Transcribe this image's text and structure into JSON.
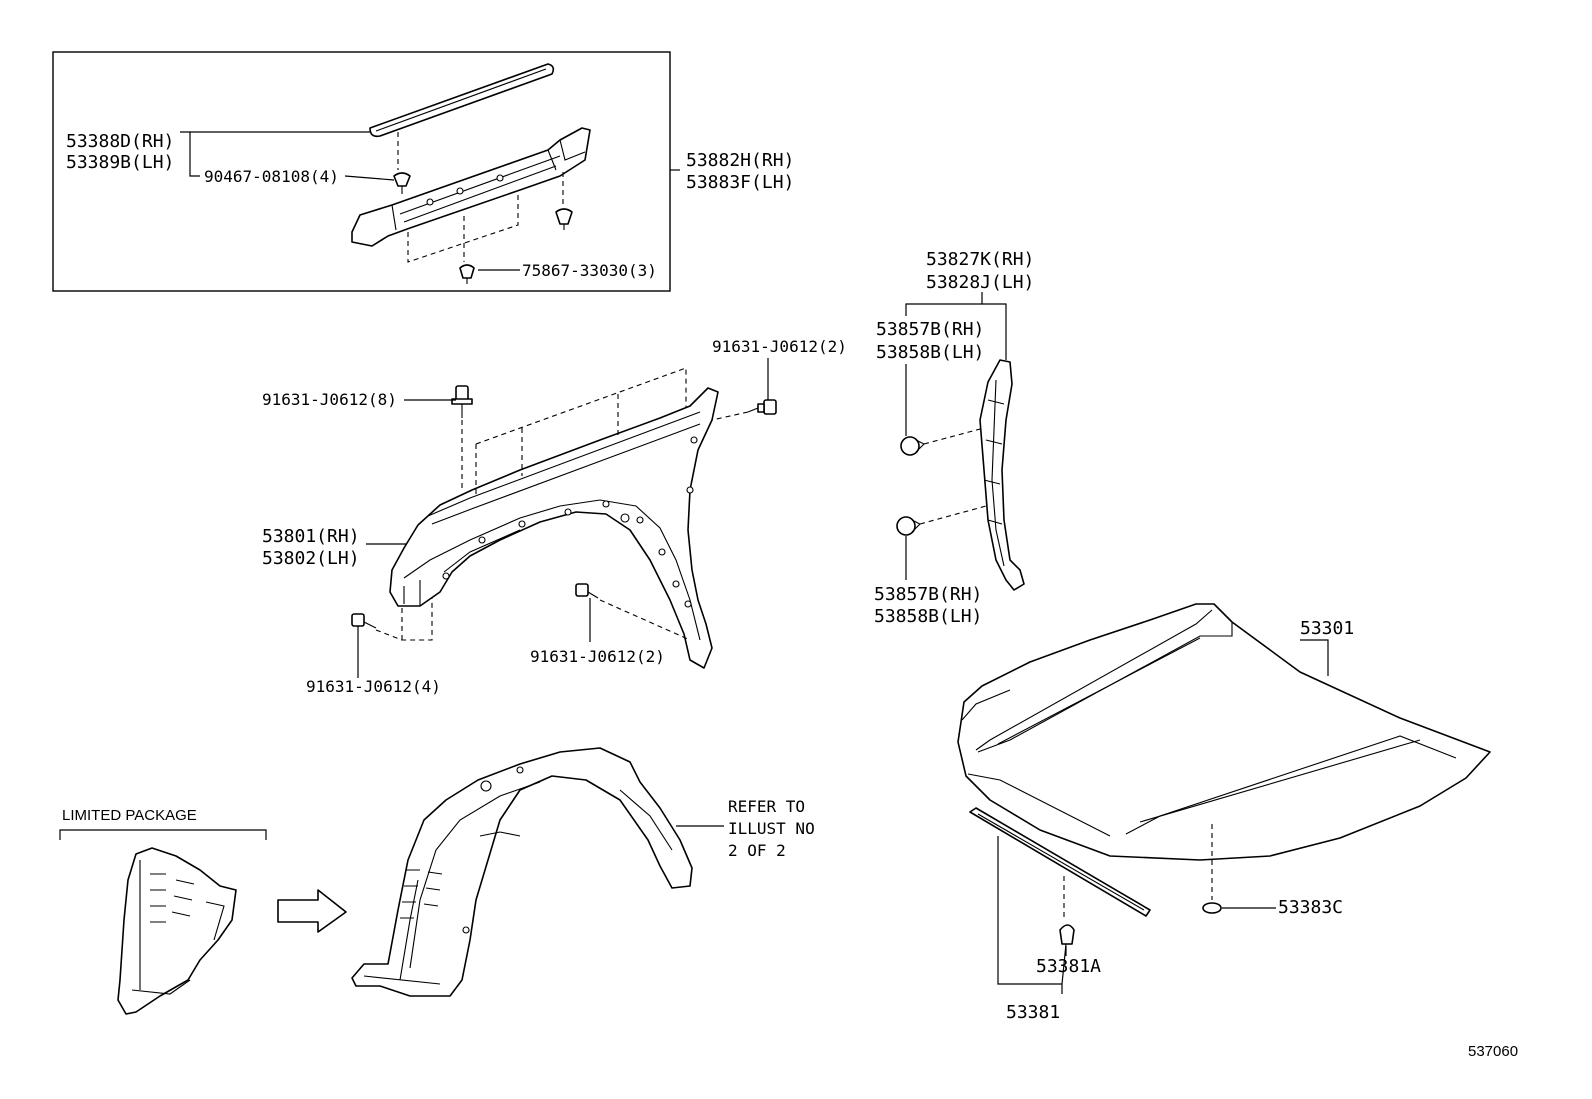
{
  "inset_box": {
    "label_moulding_rh": "53388D(RH)",
    "label_moulding_lh": "53389B(LH)",
    "label_clip": "90467-08108(4)",
    "label_seal_rh": "53882H(RH)",
    "label_seal_lh": "53883F(LH)",
    "label_clip2": "75867-33030(3)"
  },
  "fender": {
    "label_rh": "53801(RH)",
    "label_lh": "53802(LH)",
    "bolt_top": "91631-J0612(8)",
    "bolt_right_top": "91631-J0612(2)",
    "bolt_lower_right": "91631-J0612(2)",
    "bolt_lower_left": "91631-J0612(4)"
  },
  "bracket": {
    "label_rh": "53827K(RH)",
    "label_lh": "53828J(LH)",
    "clip_top_rh": "53857B(RH)",
    "clip_top_lh": "53858B(LH)",
    "clip_bottom_rh": "53857B(RH)",
    "clip_bottom_lh": "53858B(LH)"
  },
  "hood": {
    "label": "53301",
    "pad_label": "53383C",
    "seal_label": "53381",
    "clip_label": "53381A"
  },
  "liner": {
    "limited_package": "LIMITED PACKAGE",
    "refer_line1": "REFER TO",
    "refer_line2": "ILLUST NO",
    "refer_line3": "2 OF 2"
  },
  "diagram_id": "537060"
}
